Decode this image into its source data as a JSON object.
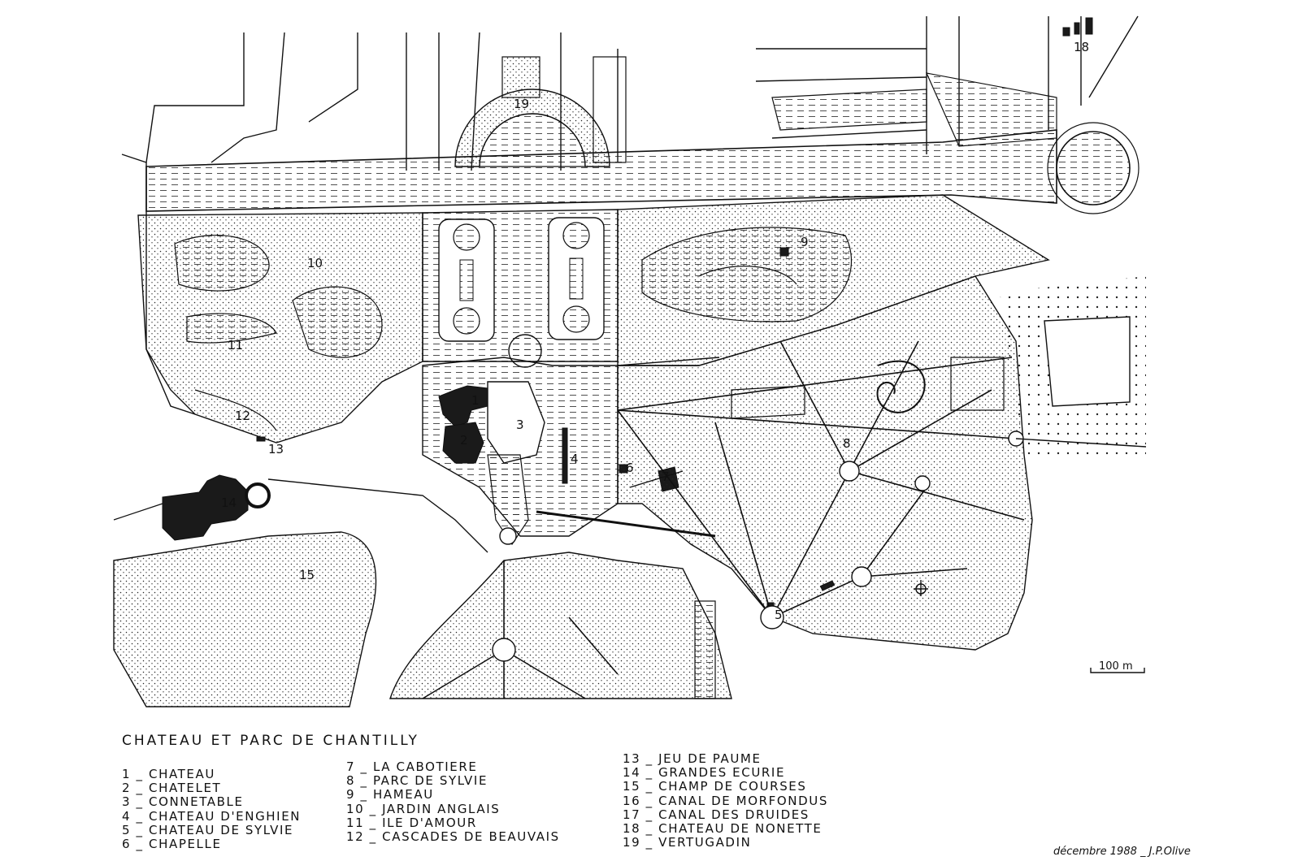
{
  "map": {
    "title": "CHATEAU ET PARC DE CHANTILLY",
    "scale_bar": "100 m",
    "credit": "décembre 1988 _ J.P.Olive",
    "colors": {
      "ink": "#111111",
      "paper": "#ffffff",
      "building": "#1a1a1a"
    },
    "labels": [
      "1",
      "2",
      "3",
      "4",
      "5",
      "6",
      "7",
      "8",
      "9",
      "10",
      "11",
      "12",
      "13",
      "14",
      "15",
      "18",
      "19"
    ],
    "legend": {
      "col1": [
        {
          "num": "1",
          "name": "CHATEAU"
        },
        {
          "num": "2",
          "name": "CHATELET"
        },
        {
          "num": "3",
          "name": "CONNETABLE"
        },
        {
          "num": "4",
          "name": "CHATEAU D'ENGHIEN"
        },
        {
          "num": "5",
          "name": "CHATEAU DE SYLVIE"
        },
        {
          "num": "6",
          "name": "CHAPELLE"
        }
      ],
      "col2": [
        {
          "num": "7",
          "name": "LA CABOTIERE"
        },
        {
          "num": "8",
          "name": "PARC DE SYLVIE"
        },
        {
          "num": "9",
          "name": "HAMEAU"
        },
        {
          "num": "10",
          "name": "JARDIN ANGLAIS"
        },
        {
          "num": "11",
          "name": "ILE D'AMOUR"
        },
        {
          "num": "12",
          "name": "CASCADES DE BEAUVAIS"
        }
      ],
      "col3": [
        {
          "num": "13",
          "name": "JEU DE PAUME"
        },
        {
          "num": "14",
          "name": "GRANDES ECURIE"
        },
        {
          "num": "15",
          "name": "CHAMP DE COURSES"
        },
        {
          "num": "16",
          "name": "CANAL DE MORFONDUS"
        },
        {
          "num": "17",
          "name": "CANAL DES DRUIDES"
        },
        {
          "num": "18",
          "name": "CHATEAU DE NONETTE"
        },
        {
          "num": "19",
          "name": "VERTUGADIN"
        }
      ]
    }
  }
}
